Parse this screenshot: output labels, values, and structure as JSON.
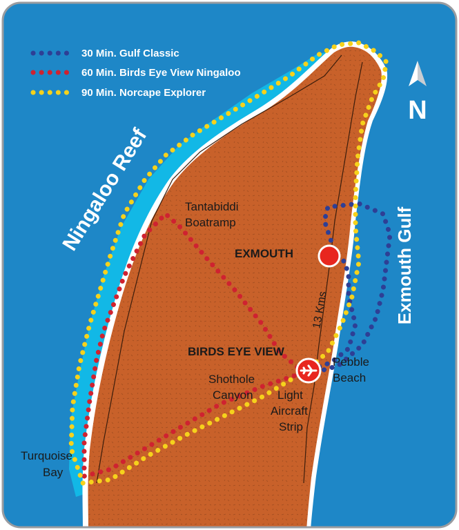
{
  "legend": {
    "items": [
      {
        "label": "30 Min. Gulf Classic",
        "color": "#2e3f95"
      },
      {
        "label": "60 Min. Birds Eye View Ningaloo",
        "color": "#cf2230"
      },
      {
        "label": "90 Min. Norcape Explorer",
        "color": "#f6d21c"
      }
    ]
  },
  "north": {
    "label": "N"
  },
  "labels": {
    "reef": "Ningaloo Reef",
    "gulf": "Exmouth Gulf",
    "tantabiddi_1": "Tantabiddi",
    "tantabiddi_2": "Boatramp",
    "exmouth": "EXMOUTH",
    "distance": "13 Kms",
    "birds_eye": "BIRDS EYE VIEW",
    "pebble_1": "Pebble",
    "pebble_2": "Beach",
    "shothole_1": "Shothole",
    "shothole_2": "Canyon",
    "light_1": "Light",
    "light_2": "Aircraft",
    "light_3": "Strip",
    "turquoise_1": "Turquoise",
    "turquoise_2": "Bay"
  },
  "colors": {
    "ocean": "#1e87c7",
    "reef": "#12b8e6",
    "land": "#c8612a",
    "frame_border": "#9a9ca0",
    "text_white": "#ffffff",
    "text_dark": "#1a1a1a",
    "town_marker": "#e8261f",
    "airport_marker": "#e8261f"
  },
  "icons": {
    "north": "north-arrow-icon",
    "town": "town-marker-icon",
    "airport": "airplane-icon"
  }
}
